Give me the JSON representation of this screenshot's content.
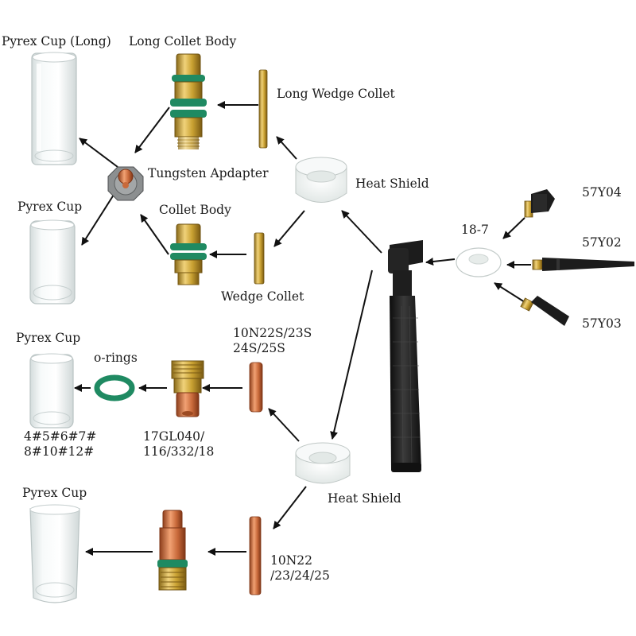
{
  "labels": {
    "pyrex_cup_long": "Pyrex Cup (Long)",
    "long_collet_body": "Long Collet Body",
    "long_wedge_collet": "Long Wedge Collet",
    "tungsten_adapter": "Tungsten Apdapter",
    "heat_shield_top": "Heat Shield",
    "pyrex_cup_2": "Pyrex Cup",
    "collet_body": "Collet Body",
    "wedge_collet": "Wedge Collet",
    "part_18_7": "18-7",
    "part_57y04": "57Y04",
    "part_57y02": "57Y02",
    "part_57y03": "57Y03",
    "pyrex_cup_3": "Pyrex Cup",
    "o_rings": "o-rings",
    "collet_10n22s_line1": "10N22S/23S",
    "collet_10n22s_line2": "24S/25S",
    "cup_sizes_line1": "4#5#6#7#",
    "cup_sizes_line2": "8#10#12#",
    "gas_lens_line1": "17GL040/",
    "gas_lens_line2": "116/332/18",
    "heat_shield_bottom": "Heat Shield",
    "pyrex_cup_4": "Pyrex Cup",
    "collet_10n22_line1": "10N22",
    "collet_10n22_line2": "/23/24/25"
  },
  "colors": {
    "brass": "#c9a132",
    "copper": "#c8693a",
    "oring_green": "#1f8a62",
    "torch_black": "#1c1c1c",
    "shield_white": "#eef2f1",
    "glass": "#e9efef"
  }
}
